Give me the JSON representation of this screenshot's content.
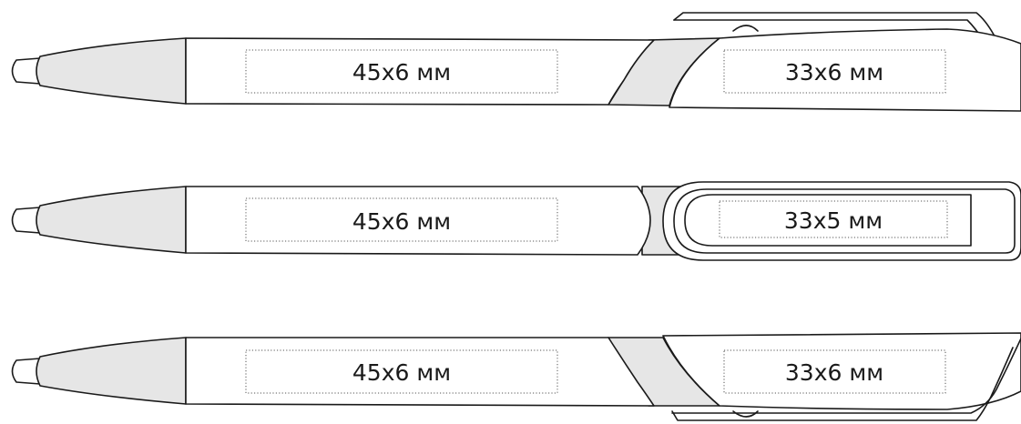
{
  "pens": [
    {
      "id": "pen-1",
      "barrel_area": {
        "label": "45x6 мм"
      },
      "clip_area": {
        "label": "33x6 мм"
      }
    },
    {
      "id": "pen-2",
      "barrel_area": {
        "label": "45x6 мм"
      },
      "clip_area": {
        "label": "33x5 мм"
      }
    },
    {
      "id": "pen-3",
      "barrel_area": {
        "label": "45x6 мм"
      },
      "clip_area": {
        "label": "33x6 мм"
      }
    }
  ]
}
